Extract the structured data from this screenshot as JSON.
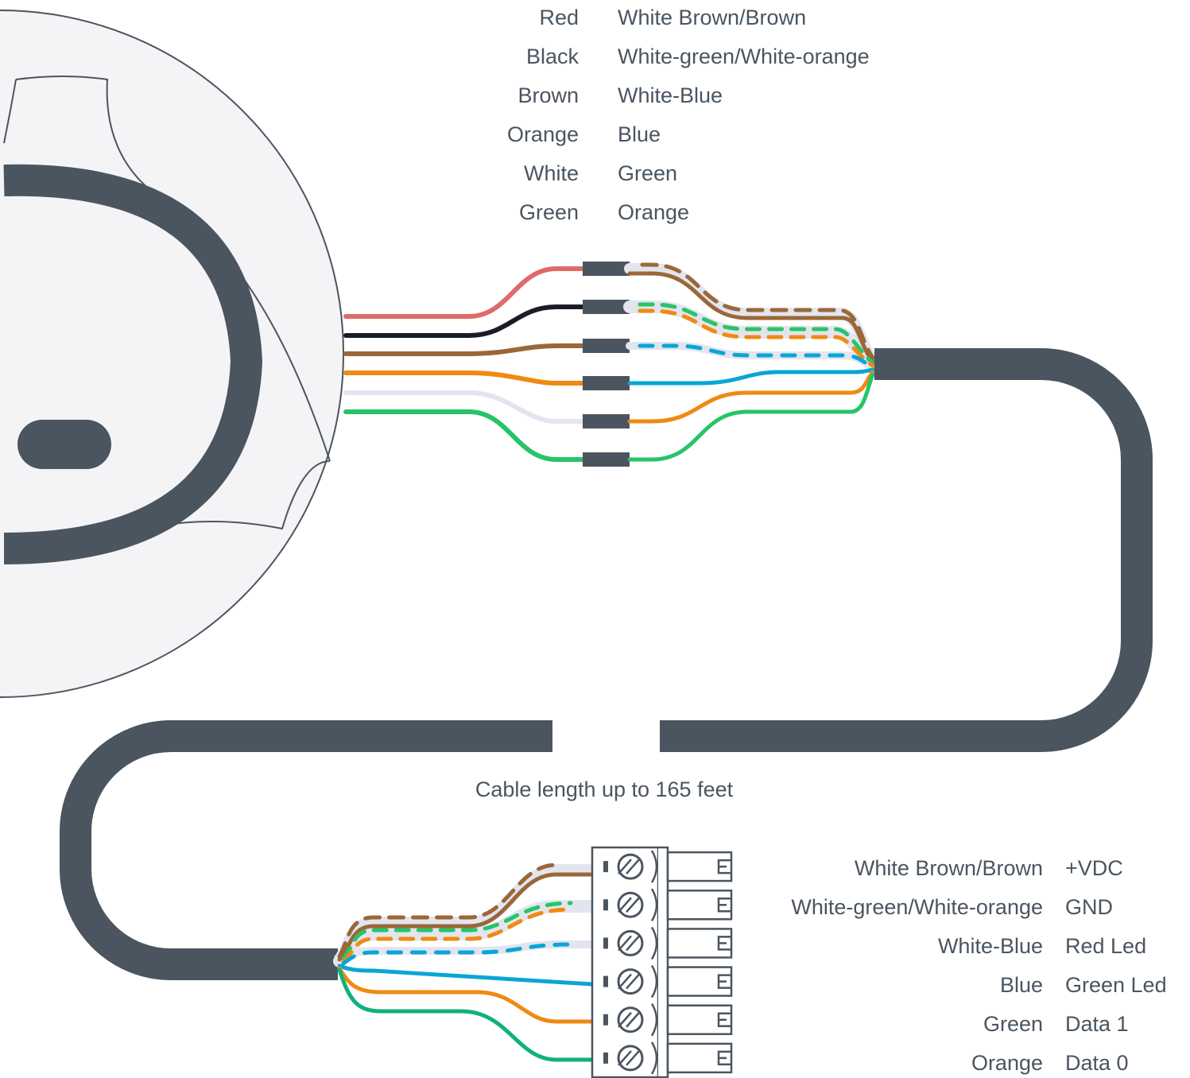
{
  "reader_to_cable": [
    {
      "reader_wire": "Red",
      "cable_wire": "White Brown/Brown"
    },
    {
      "reader_wire": "Black",
      "cable_wire": "White-green/White-orange"
    },
    {
      "reader_wire": "Brown",
      "cable_wire": "White-Blue"
    },
    {
      "reader_wire": "Orange",
      "cable_wire": "Blue"
    },
    {
      "reader_wire": "White",
      "cable_wire": "Green"
    },
    {
      "reader_wire": "Green",
      "cable_wire": "Orange"
    }
  ],
  "cable_label": "Cable length up to 165 feet",
  "terminal_map": [
    {
      "cable_wire": "White Brown/Brown",
      "signal": "+VDC"
    },
    {
      "cable_wire": "White-green/White-orange",
      "signal": "GND"
    },
    {
      "cable_wire": "White-Blue",
      "signal": "Red Led"
    },
    {
      "cable_wire": "Blue",
      "signal": "Green Led"
    },
    {
      "cable_wire": "Green",
      "signal": "Data 1"
    },
    {
      "cable_wire": "Orange",
      "signal": "Data 0"
    }
  ],
  "colors": {
    "cable": "#4b555f",
    "red": "#e06a6a",
    "black": "#1b1d26",
    "brown": "#9b6738",
    "orange": "#f08a12",
    "white": "#e2e5ee",
    "green": "#27c46a",
    "blue": "#0aa5d6",
    "teal": "#0fb27c",
    "reader_body": "#f4f4f6"
  }
}
